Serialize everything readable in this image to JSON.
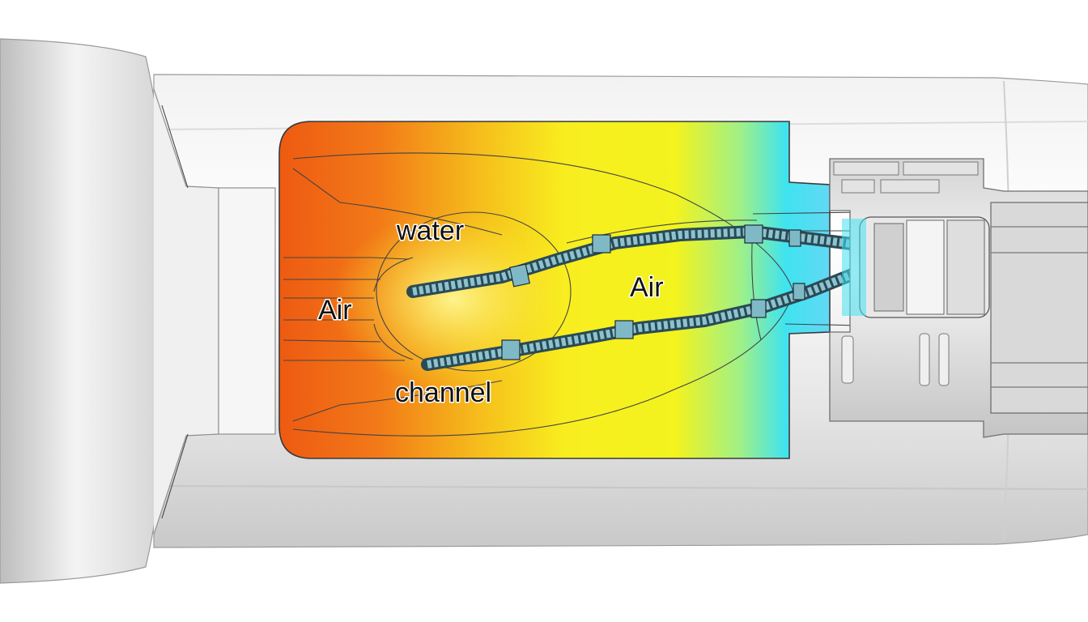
{
  "labels": {
    "water": "water",
    "air_left": "Air",
    "air_right": "Air",
    "channel": "channel"
  },
  "colors": {
    "hot": "#ee6a16",
    "warm": "#f7c51a",
    "mid": "#f7f21e",
    "cool": "#3de2ef",
    "shell": "#e9e9e9",
    "shell_shade": "#bfbfbf"
  }
}
